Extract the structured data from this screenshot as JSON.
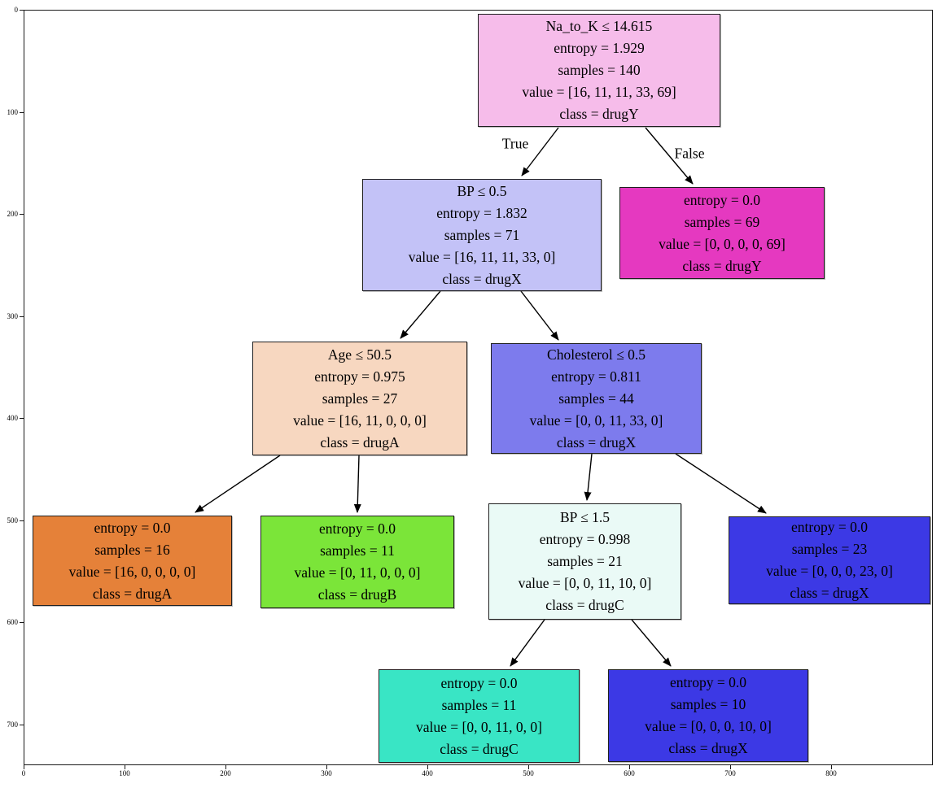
{
  "figure": {
    "background": "#ffffff",
    "frame_color": "#1a1a1a",
    "text_color": "#000000"
  },
  "axes": {
    "x_ticks": [
      "0",
      "100",
      "200",
      "300",
      "400",
      "500",
      "600",
      "700",
      "800"
    ],
    "y_ticks": [
      "0",
      "100",
      "200",
      "300",
      "400",
      "500",
      "600",
      "700"
    ]
  },
  "edge_labels": {
    "true_label": "True",
    "false_label": "False"
  },
  "class_colors": {
    "drugA": "#e58139",
    "drugB": "#7be539",
    "drugC": "#39e5c5",
    "drugX": "#3c39e5",
    "drugY": "#e539c0"
  },
  "nodes": [
    {
      "id": "root",
      "fill": "#f6bcea",
      "text": "Na_to_K ≤ 14.615\nentropy = 1.929\nsamples = 140\nvalue = [16, 11, 11, 33, 69]\nclass = drugY"
    },
    {
      "id": "bp-0-5",
      "fill": "#c3c2f7",
      "text": "BP ≤ 0.5\nentropy = 1.832\nsamples = 71\nvalue = [16, 11, 11, 33, 0]\nclass = drugX"
    },
    {
      "id": "leaf-drugY-69",
      "fill": "#e539c0",
      "text": "entropy = 0.0\nsamples = 69\nvalue = [0, 0, 0, 0, 69]\nclass = drugY"
    },
    {
      "id": "age-50-5",
      "fill": "#f7d7c0",
      "text": "Age ≤ 50.5\nentropy = 0.975\nsamples = 27\nvalue = [16, 11, 0, 0, 0]\nclass = drugA"
    },
    {
      "id": "cholesterol-0-5",
      "fill": "#7d7bed",
      "text": "Cholesterol ≤ 0.5\nentropy = 0.811\nsamples = 44\nvalue = [0, 0, 11, 33, 0]\nclass = drugX"
    },
    {
      "id": "leaf-drugA-16",
      "fill": "#e58139",
      "text": "entropy = 0.0\nsamples = 16\nvalue = [16, 0, 0, 0, 0]\nclass = drugA"
    },
    {
      "id": "leaf-drugB-11",
      "fill": "#7be539",
      "text": "entropy = 0.0\nsamples = 11\nvalue = [0, 11, 0, 0, 0]\nclass = drugB"
    },
    {
      "id": "bp-1-5",
      "fill": "#eafaf6",
      "text": "BP ≤ 1.5\nentropy = 0.998\nsamples = 21\nvalue = [0, 0, 11, 10, 0]\nclass = drugC"
    },
    {
      "id": "leaf-drugX-23",
      "fill": "#3c39e5",
      "text": "entropy = 0.0\nsamples = 23\nvalue = [0, 0, 0, 23, 0]\nclass = drugX"
    },
    {
      "id": "leaf-drugC-11",
      "fill": "#39e5c5",
      "text": "entropy = 0.0\nsamples = 11\nvalue = [0, 0, 11, 0, 0]\nclass = drugC"
    },
    {
      "id": "leaf-drugX-10",
      "fill": "#3c39e5",
      "text": "entropy = 0.0\nsamples = 10\nvalue = [0, 0, 0, 10, 0]\nclass = drugX"
    }
  ],
  "edges": [
    {
      "from": "root",
      "to": "bp-0-5",
      "label": "True"
    },
    {
      "from": "root",
      "to": "leaf-drugY-69",
      "label": "False"
    },
    {
      "from": "bp-0-5",
      "to": "age-50-5"
    },
    {
      "from": "bp-0-5",
      "to": "cholesterol-0-5"
    },
    {
      "from": "age-50-5",
      "to": "leaf-drugA-16"
    },
    {
      "from": "age-50-5",
      "to": "leaf-drugB-11"
    },
    {
      "from": "cholesterol-0-5",
      "to": "bp-1-5"
    },
    {
      "from": "cholesterol-0-5",
      "to": "leaf-drugX-23"
    },
    {
      "from": "bp-1-5",
      "to": "leaf-drugC-11"
    },
    {
      "from": "bp-1-5",
      "to": "leaf-drugX-10"
    }
  ]
}
